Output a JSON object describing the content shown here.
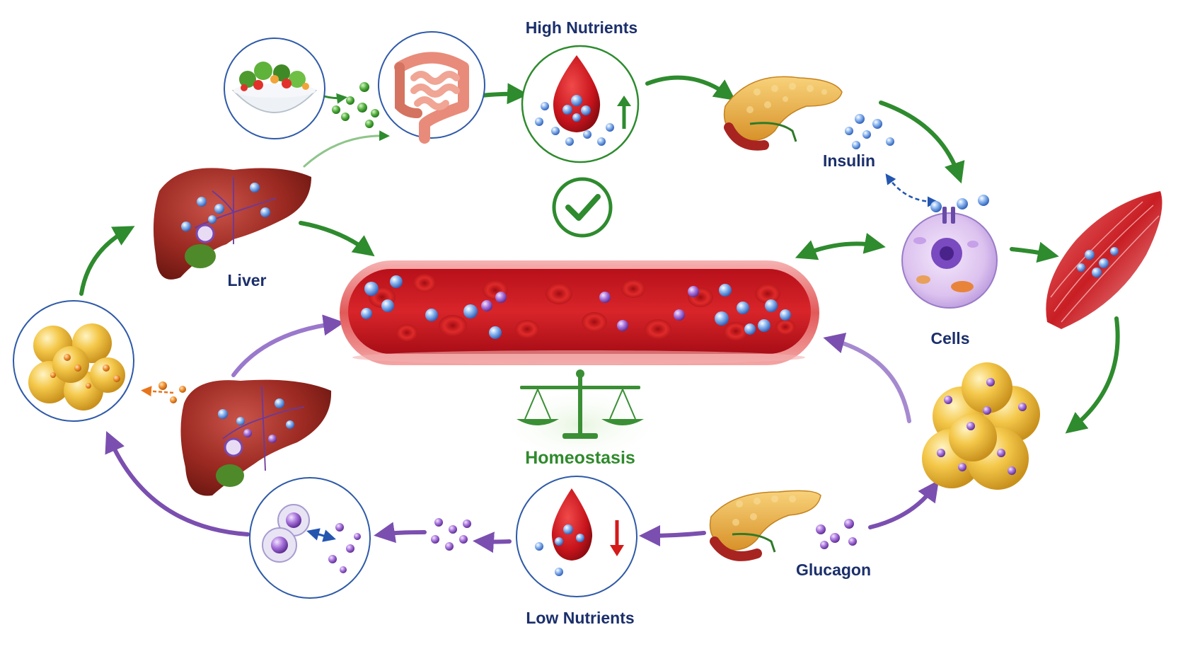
{
  "labels": {
    "high_nutrients": "High Nutrients",
    "low_nutrients": "Low Nutrients",
    "insulin": "Insulin",
    "glucagon": "Glucagon",
    "liver": "Liver",
    "cells": "Cells",
    "homeostasis": "Homeostasis"
  },
  "colors": {
    "anabolic_arrow": "#2e8b2e",
    "catabolic_arrow": "#7b4fb0",
    "blood": "#c8141c",
    "label_navy": "#1b2f6b",
    "label_green": "#2f8a2c",
    "nutrient_blue": "#4f86d8",
    "nutrient_purple": "#8a4fc0",
    "fat_yellow": "#f1bf3c",
    "liver_red": "#9c2a22",
    "pancreas_orange": "#eab24a"
  },
  "icons": {
    "food": "salad-bowl-icon",
    "intestine": "intestine-icon",
    "blood_drop": "blood-drop-icon",
    "pancreas": "pancreas-icon",
    "liver": "liver-icon",
    "cell": "cell-icon",
    "muscle": "muscle-icon",
    "fat": "fat-cells-icon",
    "vessel": "blood-vessel-icon",
    "check": "checkmark-icon",
    "balance": "balance-scale-icon"
  },
  "indicators": {
    "high_nutrients_trend": "up",
    "low_nutrients_trend": "down"
  }
}
